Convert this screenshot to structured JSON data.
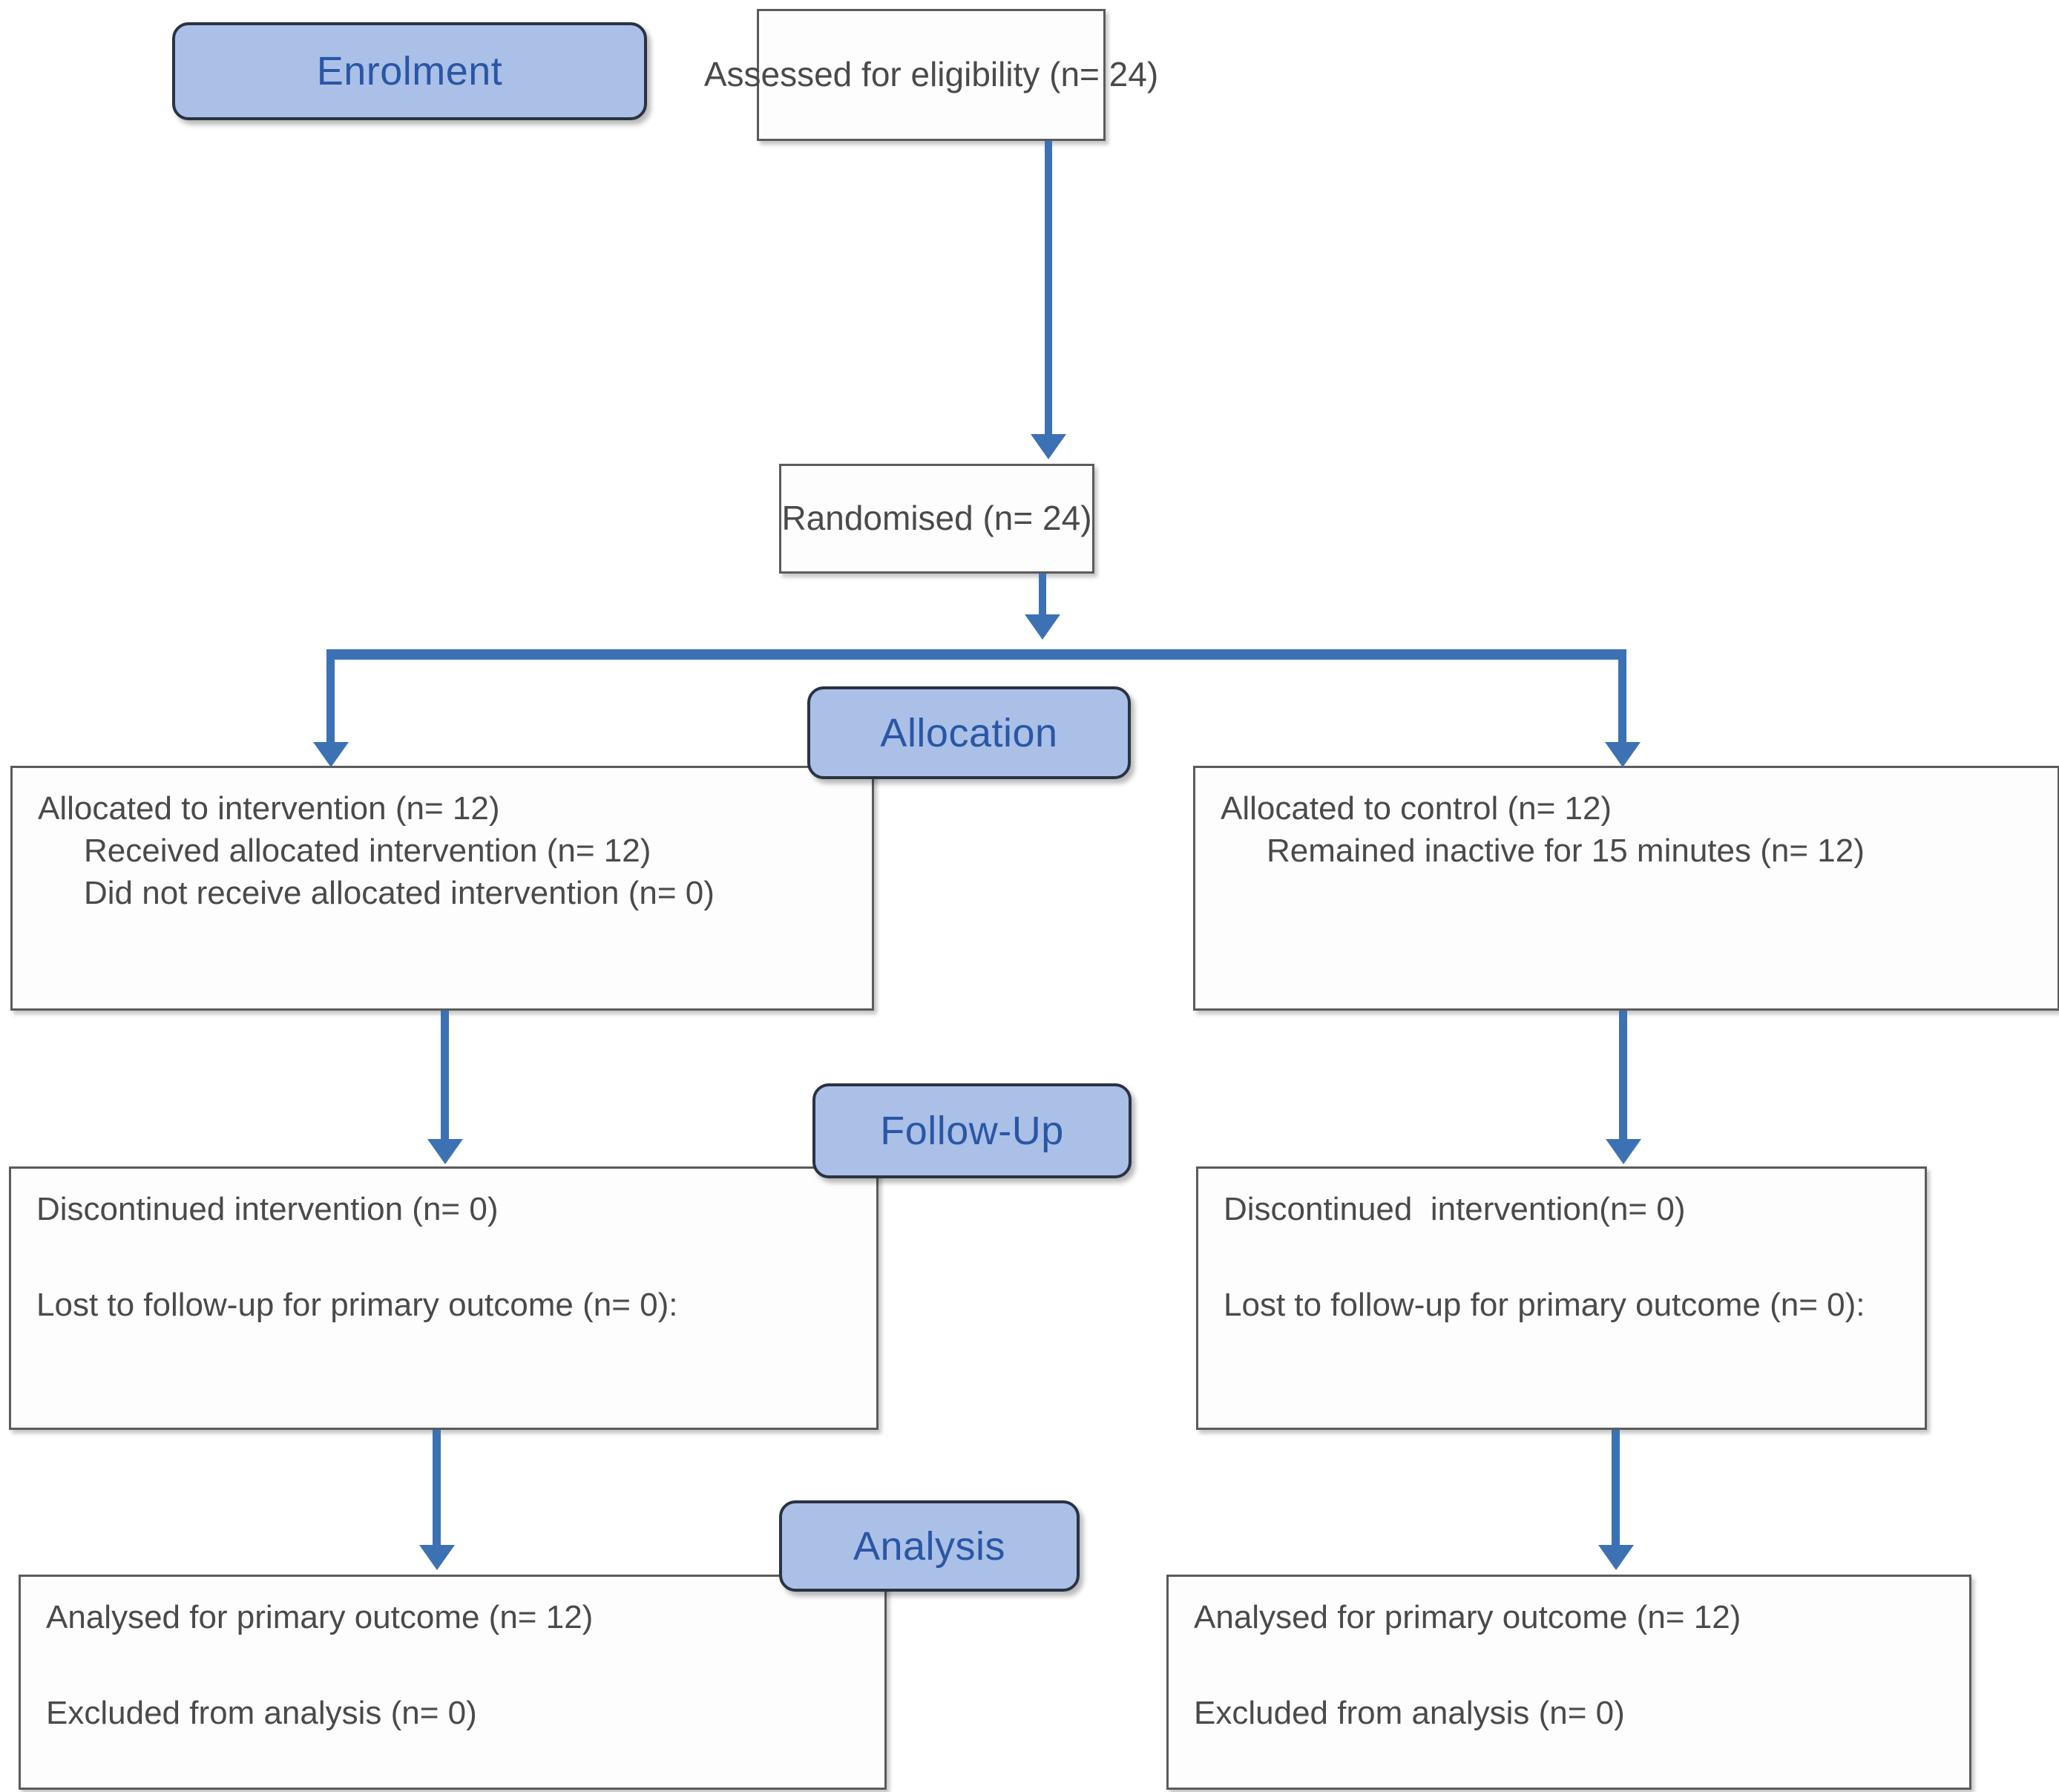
{
  "diagram": {
    "title": "CONSORT participant flow diagram",
    "colors": {
      "stage_label_fill": "#aac0e7",
      "stage_label_border": "#2b3243",
      "stage_label_text": "#2a56a5",
      "box_border": "#5b5b5b",
      "box_fill": "#fdfdfd",
      "box_text": "#4a4a4a",
      "arrow": "#3c72b4",
      "background": "#ffffff"
    }
  },
  "stages": {
    "enrolment": "Enrolment",
    "allocation": "Allocation",
    "follow_up": "Follow-Up",
    "analysis": "Analysis"
  },
  "enrolment": {
    "assessed": "Assessed for eligibility (n= 24)",
    "randomised": "Randomised (n= 24)"
  },
  "allocation": {
    "intervention": [
      "Allocated to intervention (n= 12)",
      "Received allocated intervention (n= 12)",
      "Did not receive allocated intervention (n= 0)"
    ],
    "control": [
      "Allocated to control (n= 12)",
      "Remained inactive for 15 minutes (n= 12)"
    ]
  },
  "follow_up": {
    "intervention": [
      "Discontinued intervention (n= 0)",
      "Lost to follow-up for primary outcome (n= 0):"
    ],
    "control": [
      "Discontinued  intervention(n= 0)",
      "Lost to follow-up for primary outcome (n= 0):"
    ]
  },
  "analysis": {
    "intervention": [
      "Analysed for primary outcome (n= 12)",
      "Excluded from analysis (n= 0)"
    ],
    "control": [
      "Analysed for primary outcome (n= 12)",
      "Excluded from analysis (n= 0)"
    ]
  }
}
